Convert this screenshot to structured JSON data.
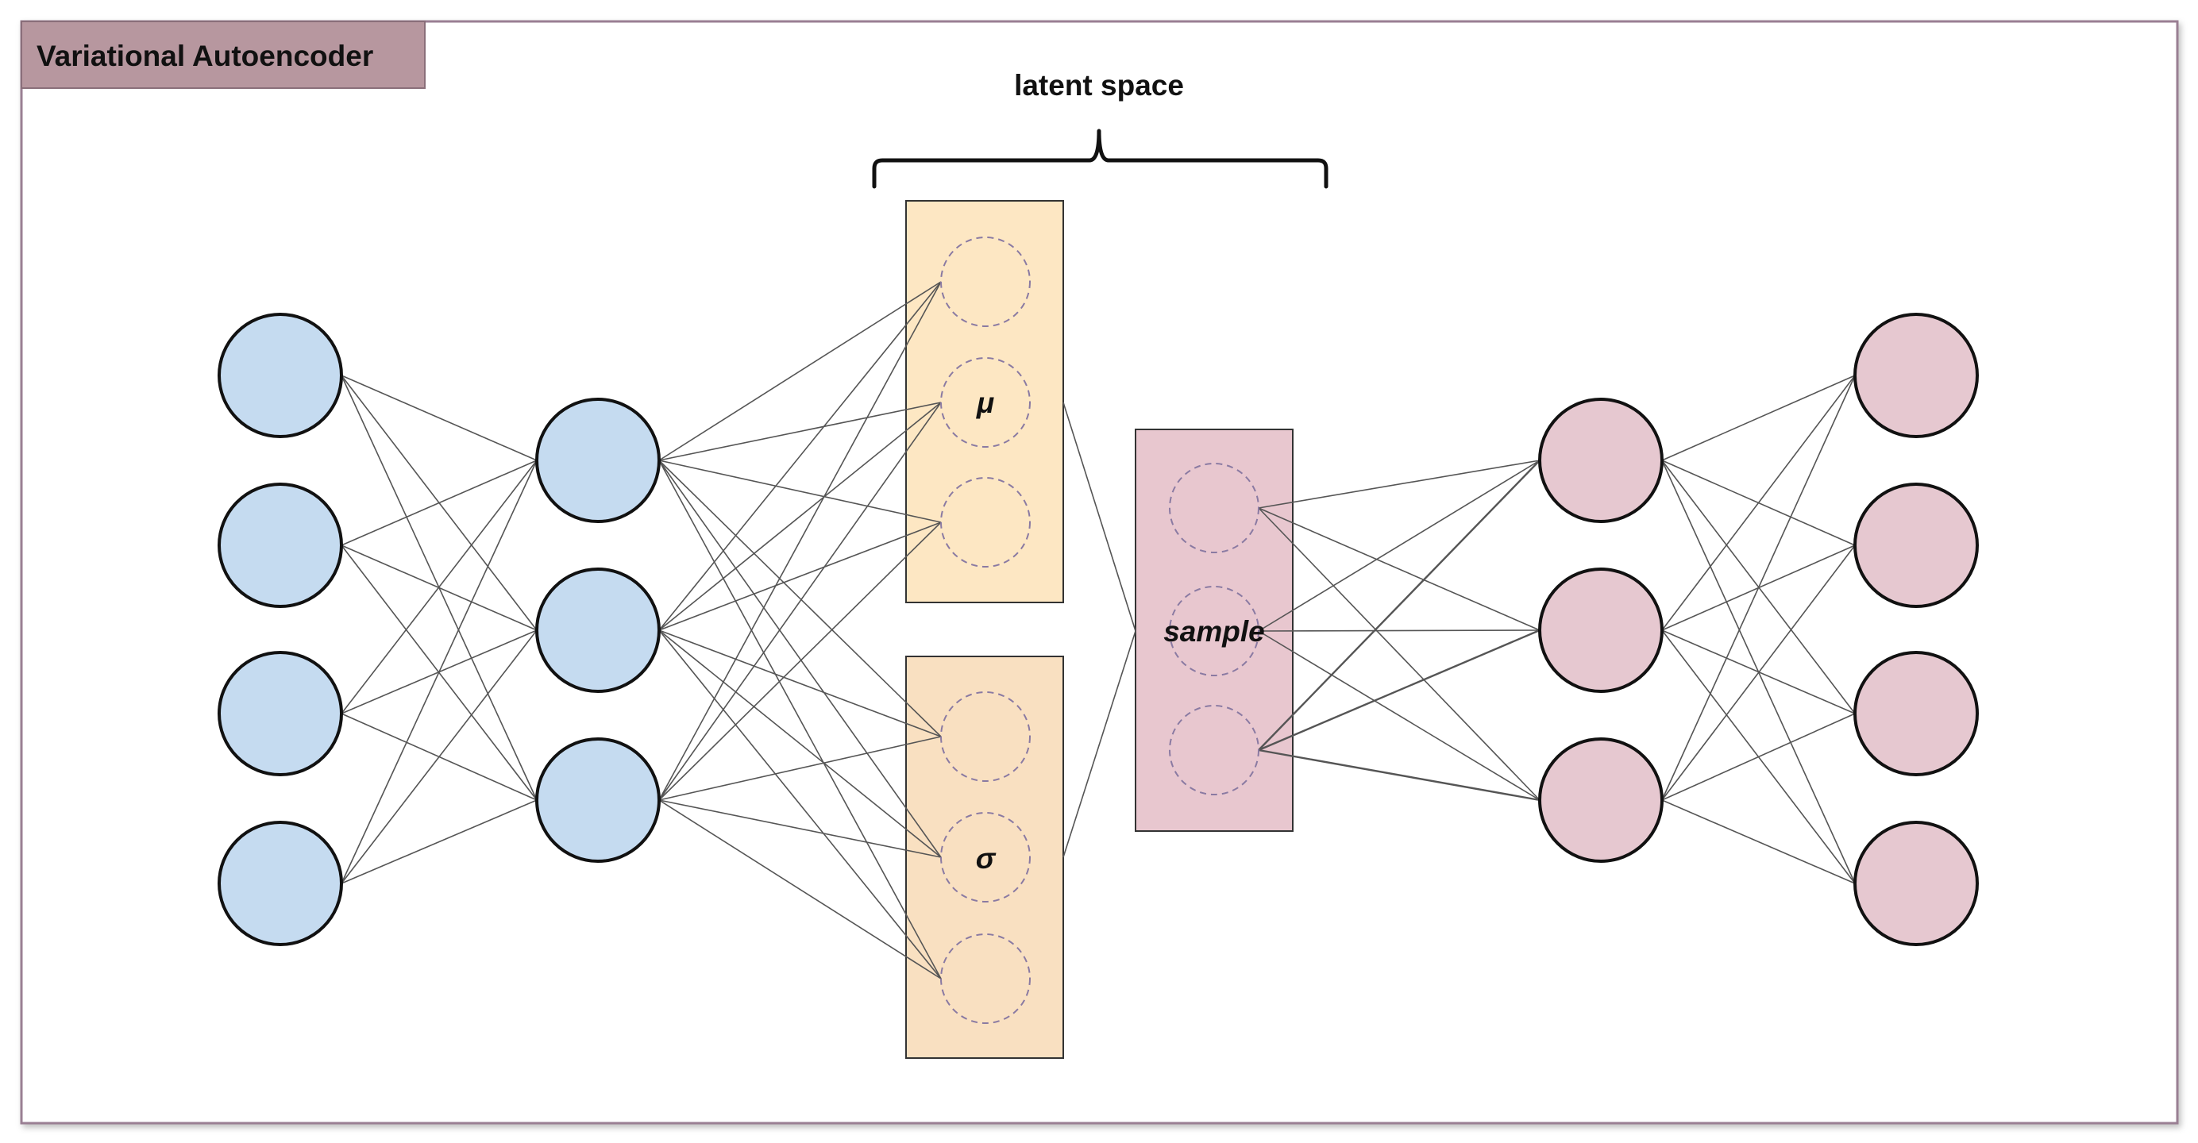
{
  "diagram": {
    "title": "Variational Autoencoder",
    "latent_label": "latent space",
    "mu_label": "μ",
    "sigma_label": "σ",
    "sample_label": "sample"
  },
  "colors": {
    "frame_stroke": "#9a7f93",
    "title_box_fill": "#b7979f",
    "title_box_stroke": "#8a6f7a",
    "encoder_node_fill": "#c5dbf0",
    "decoder_node_fill": "#e6c8d0",
    "mu_box_fill": "#fde7c3",
    "sigma_box_fill": "#f9e0c1",
    "sample_box_fill": "#e8c7cf",
    "edge": "#555555",
    "dashed_node_stroke": "#8a7aa2"
  }
}
